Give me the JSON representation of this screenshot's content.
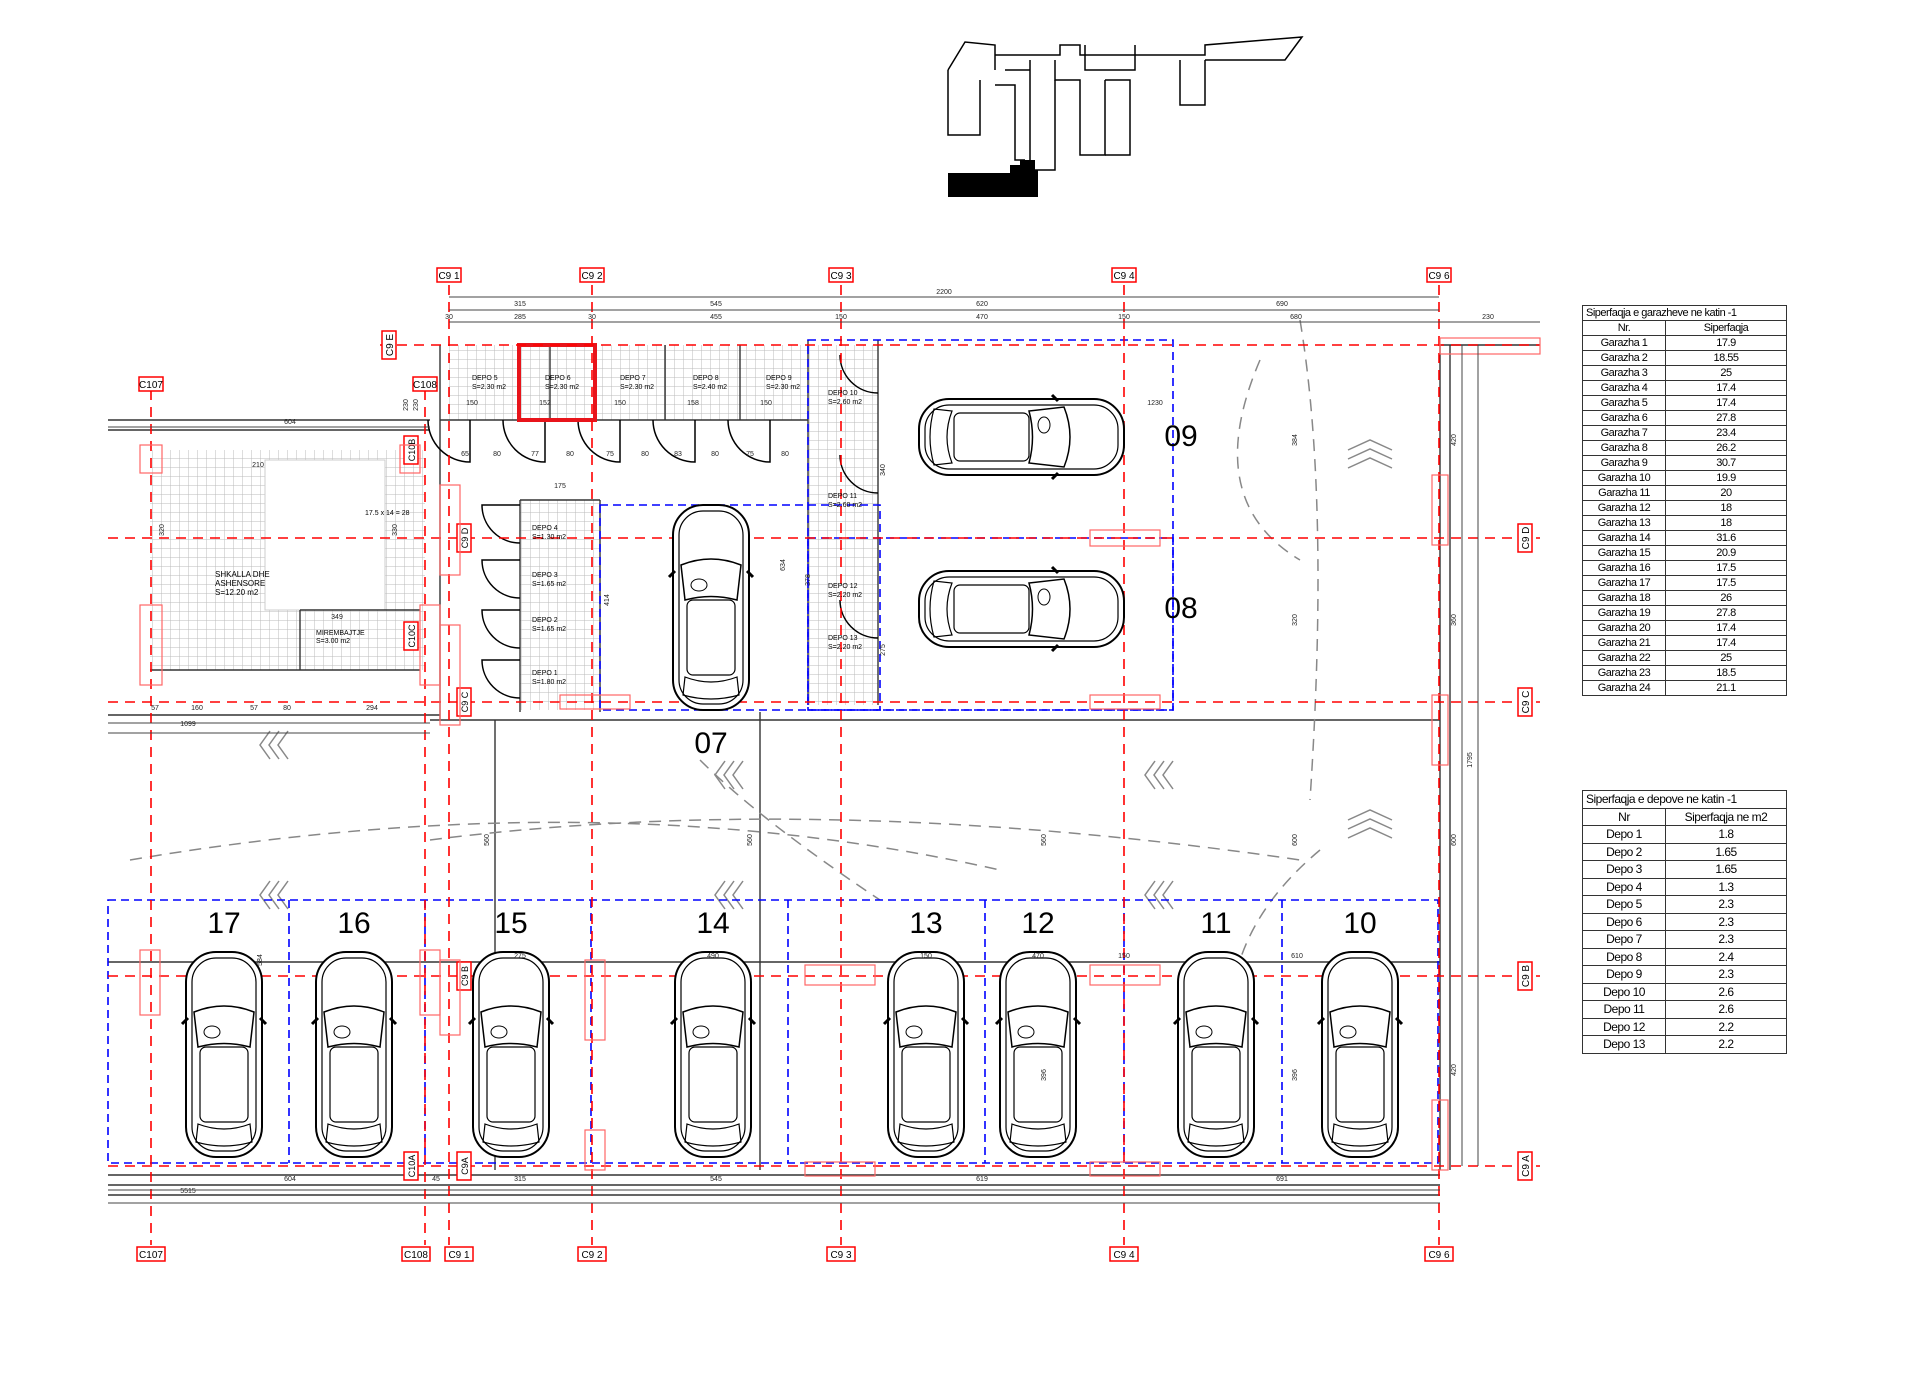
{
  "grid_axes": {
    "vertical_top": [
      "C9 1",
      "C9 2",
      "C9 3",
      "C9 4",
      "C9 6"
    ],
    "vertical_bottom": [
      "C107",
      "C108",
      "C9 1",
      "C9 2",
      "C9 3",
      "C9 4",
      "C9 6"
    ],
    "vertical_left_top": [
      "C107",
      "C108"
    ],
    "horizontal": [
      "C9 E",
      "C9 D",
      "C9 C",
      "C9 B",
      "C9 A"
    ],
    "inner": [
      "C10B",
      "C10C",
      "C10A",
      "C9 D",
      "C9 C",
      "C9 B",
      "C9A"
    ]
  },
  "garage_numbers": [
    "17",
    "16",
    "15",
    "14",
    "13",
    "12",
    "11",
    "10",
    "07",
    "09",
    "08"
  ],
  "rooms": {
    "depo_top": [
      {
        "name": "DEPO 5",
        "area": "S=2.30 m2"
      },
      {
        "name": "DEPO 6",
        "area": "S=2.30 m2"
      },
      {
        "name": "DEPO 7",
        "area": "S=2.30 m2"
      },
      {
        "name": "DEPO 8",
        "area": "S=2.40 m2"
      },
      {
        "name": "DEPO 9",
        "area": "S=2.30 m2"
      }
    ],
    "depo_left": [
      {
        "name": "DEPO 4",
        "area": "S=1.30 m2"
      },
      {
        "name": "DEPO 3",
        "area": "S=1.65 m2"
      },
      {
        "name": "DEPO 2",
        "area": "S=1.65 m2"
      },
      {
        "name": "DEPO 1",
        "area": "S=1.80 m2"
      }
    ],
    "depo_right": [
      {
        "name": "DEPO 10",
        "area": "S=2.60 m2"
      },
      {
        "name": "DEPO 11",
        "area": "S=2.60 m2"
      },
      {
        "name": "DEPO 12",
        "area": "S=2.20 m2"
      },
      {
        "name": "DEPO 13",
        "area": "S=2.20 m2"
      }
    ],
    "stairs": {
      "name1": "SHKALLA DHE",
      "name2": "ASHENSORE",
      "area": "S=12.20 m2",
      "steps": "17.5 x 14 = 28"
    },
    "maintenance": {
      "name": "MIREMBAJTJE",
      "area": "S=3.00 m2"
    }
  },
  "dimensions": [
    "2200",
    "315",
    "545",
    "620",
    "690",
    "30",
    "285",
    "30",
    "455",
    "150",
    "470",
    "150",
    "680",
    "230",
    "604",
    "230",
    "230",
    "150",
    "152",
    "150",
    "158",
    "150",
    "65",
    "80",
    "77",
    "80",
    "75",
    "80",
    "83",
    "80",
    "75",
    "80",
    "175",
    "414",
    "634",
    "378",
    "340",
    "275",
    "1230",
    "384",
    "320",
    "420",
    "360",
    "1795",
    "600",
    "420",
    "1099",
    "57",
    "160",
    "57",
    "80",
    "294",
    "210",
    "320",
    "330",
    "349",
    "604",
    "45",
    "315",
    "545",
    "619",
    "691",
    "5515",
    "560",
    "560",
    "560",
    "600",
    "584",
    "275",
    "490",
    "150",
    "470",
    "150",
    "610",
    "396",
    "396"
  ],
  "garage_table": {
    "title": "Siperfaqja e garazheve ne katin -1",
    "headers": [
      "Nr.",
      "Siperfaqja"
    ],
    "rows": [
      [
        "Garazha 1",
        "17.9"
      ],
      [
        "Garazha 2",
        "18.55"
      ],
      [
        "Garazha 3",
        "25"
      ],
      [
        "Garazha 4",
        "17.4"
      ],
      [
        "Garazha 5",
        "17.4"
      ],
      [
        "Garazha 6",
        "27.8"
      ],
      [
        "Garazha 7",
        "23.4"
      ],
      [
        "Garazha 8",
        "26.2"
      ],
      [
        "Garazha 9",
        "30.7"
      ],
      [
        "Garazha 10",
        "19.9"
      ],
      [
        "Garazha 11",
        "20"
      ],
      [
        "Garazha 12",
        "18"
      ],
      [
        "Garazha 13",
        "18"
      ],
      [
        "Garazha 14",
        "31.6"
      ],
      [
        "Garazha 15",
        "20.9"
      ],
      [
        "Garazha 16",
        "17.5"
      ],
      [
        "Garazha 17",
        "17.5"
      ],
      [
        "Garazha 18",
        "26"
      ],
      [
        "Garazha 19",
        "27.8"
      ],
      [
        "Garazha 20",
        "17.4"
      ],
      [
        "Garazha 21",
        "17.4"
      ],
      [
        "Garazha 22",
        "25"
      ],
      [
        "Garazha 23",
        "18.5"
      ],
      [
        "Garazha 24",
        "21.1"
      ]
    ]
  },
  "depo_table": {
    "title": "Siperfaqja e depove ne katin -1",
    "headers": [
      "Nr",
      "Siperfaqja ne m2"
    ],
    "rows": [
      [
        "Depo 1",
        "1.8"
      ],
      [
        "Depo 2",
        "1.65"
      ],
      [
        "Depo 3",
        "1.65"
      ],
      [
        "Depo 4",
        "1.3"
      ],
      [
        "Depo 5",
        "2.3"
      ],
      [
        "Depo 6",
        "2.3"
      ],
      [
        "Depo 7",
        "2.3"
      ],
      [
        "Depo 8",
        "2.4"
      ],
      [
        "Depo 9",
        "2.3"
      ],
      [
        "Depo 10",
        "2.6"
      ],
      [
        "Depo 11",
        "2.6"
      ],
      [
        "Depo 12",
        "2.2"
      ],
      [
        "Depo 13",
        "2.2"
      ]
    ]
  },
  "colors": {
    "axis": "#ff0000",
    "zone": "#0000ff",
    "wall": "#000000",
    "hatch": "#bbbbbb",
    "highlight": "#e8141b"
  }
}
